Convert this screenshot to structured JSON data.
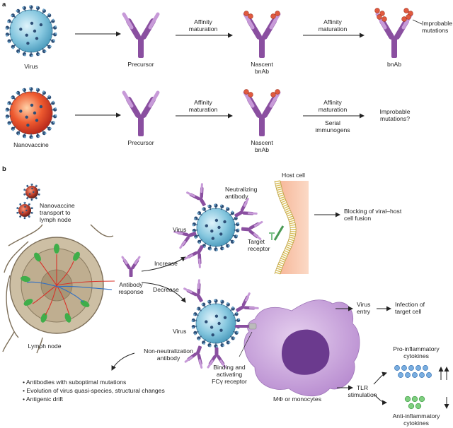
{
  "panel_a": {
    "label": "a",
    "row1": {
      "virus": "Virus",
      "precursor": "Precursor",
      "affinity1": [
        "Affinity",
        "maturation"
      ],
      "nascent": [
        "Nascent",
        "bnAb"
      ],
      "affinity2": [
        "Affinity",
        "maturation"
      ],
      "bnab": "bnAb",
      "improbable": [
        "Improbable",
        "mutations"
      ]
    },
    "row2": {
      "nanovaccine": "Nanovaccine",
      "precursor": "Precursor",
      "affinity1": [
        "Affinity",
        "maturation"
      ],
      "nascent": [
        "Nascent",
        "bnAb"
      ],
      "affinity2": [
        "Affinity",
        "maturation"
      ],
      "serial": [
        "Serial",
        "immunogens"
      ],
      "improbable": [
        "Improbable",
        "mutations?"
      ]
    }
  },
  "panel_b": {
    "label": "b",
    "transport": [
      "Nanovaccine",
      "transport to",
      "lymph node"
    ],
    "lymph_node": "Lymph node",
    "antibody_response": [
      "Antibody",
      "response"
    ],
    "increase": "Increase",
    "decrease": "Decrease",
    "neutralizing": [
      "Neutralizing",
      "antibody"
    ],
    "virus_top": "Virus",
    "host_cell": "Host cell",
    "target_receptor": [
      "Target",
      "receptor"
    ],
    "blocking": [
      "Blocking of viral–host",
      "cell fusion"
    ],
    "virus_bottom": "Virus",
    "non_neutralization": [
      "Non-neutralization",
      "antibody"
    ],
    "binding": [
      "Binding and",
      "activating",
      "FCγ receptor"
    ],
    "virus_entry": [
      "Virus",
      "entry"
    ],
    "infection": [
      "Infection of",
      "target cell"
    ],
    "macrophage": "MΦ or monocytes",
    "tlr": [
      "TLR",
      "stimulation"
    ],
    "pro_inflammatory": [
      "Pro-inflammatory",
      "cytokines"
    ],
    "anti_inflammatory": [
      "Anti-inflammatory",
      "cytokines"
    ],
    "bullets": [
      "• Antibodies with suboptimal mutations",
      "• Evolution of virus quasi-species, structural changes",
      "• Antigenic drift"
    ]
  },
  "colors": {
    "antibody": "#8a4fa0",
    "antibody_light": "#c79ad8",
    "virus_blue": "#7ec3dc",
    "nanovaccine_red": "#e0452a",
    "spike": "#2d4f77",
    "mutation": "#e05a3f",
    "host_cell": "#f6c3a9",
    "membrane": "#e9d27a",
    "macrophage": "#c9a2dc",
    "nucleus": "#6b3a8e",
    "lymph": "#b5a58a",
    "pro_cytokine": "#7aaee0",
    "anti_cytokine": "#7fcf7f"
  }
}
